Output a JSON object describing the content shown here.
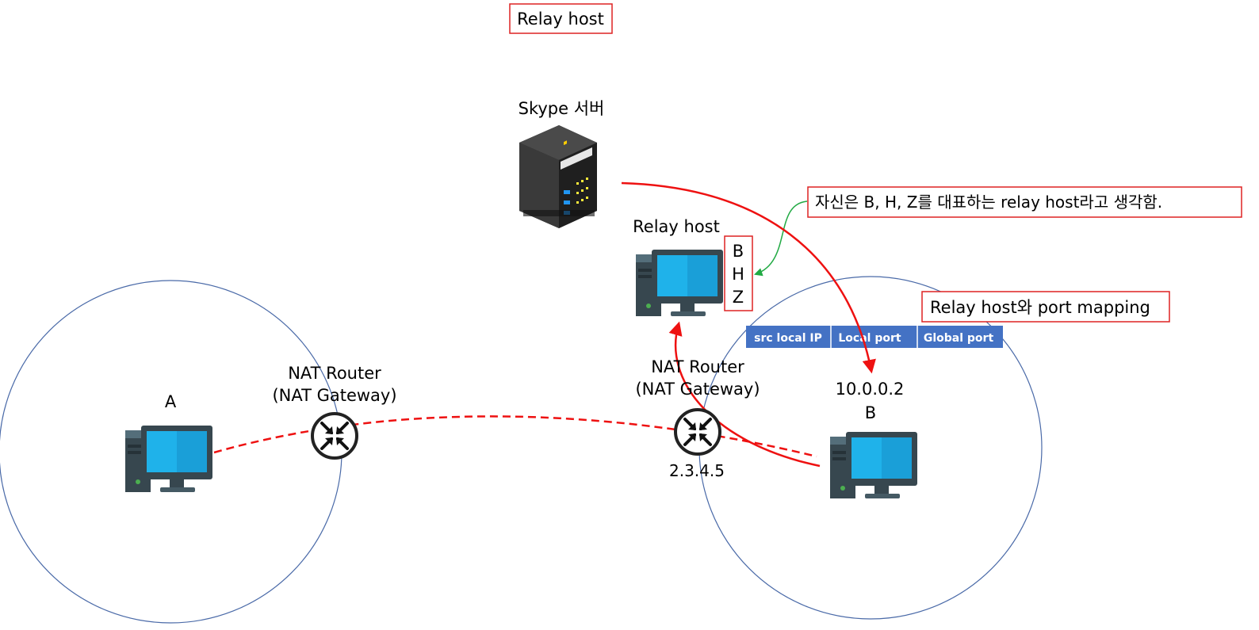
{
  "title_box": "Relay host",
  "server": {
    "label": "Skype 서버",
    "icon": "server-rack-icon"
  },
  "relay": {
    "label": "Relay host",
    "icon": "computer-icon",
    "represented": [
      "B",
      "H",
      "Z"
    ],
    "note": "자신은 B, H, Z를 대표하는 relay host라고 생각함."
  },
  "nat_left": {
    "line1": "NAT Router",
    "line2": "(NAT Gateway)",
    "icon": "router-icon"
  },
  "nat_right": {
    "line1": "NAT Router",
    "line2": "(NAT Gateway)",
    "global_ip": "2.3.4.5",
    "icon": "router-icon"
  },
  "host_a": {
    "label": "A",
    "icon": "computer-icon"
  },
  "host_b": {
    "label": "B",
    "local_ip": "10.0.0.2",
    "icon": "computer-icon"
  },
  "port_mapping": {
    "title": "Relay host와 port mapping",
    "columns": [
      "src local IP",
      "Local port",
      "Global port"
    ]
  },
  "colors": {
    "red_line": "#ee1111",
    "green_line": "#22aa44",
    "circle": "#4a6aa8",
    "table_header": "#4472c4",
    "box_border": "#dd2222",
    "monitor_screen": "#1fb2ea",
    "case": "#37474f"
  }
}
